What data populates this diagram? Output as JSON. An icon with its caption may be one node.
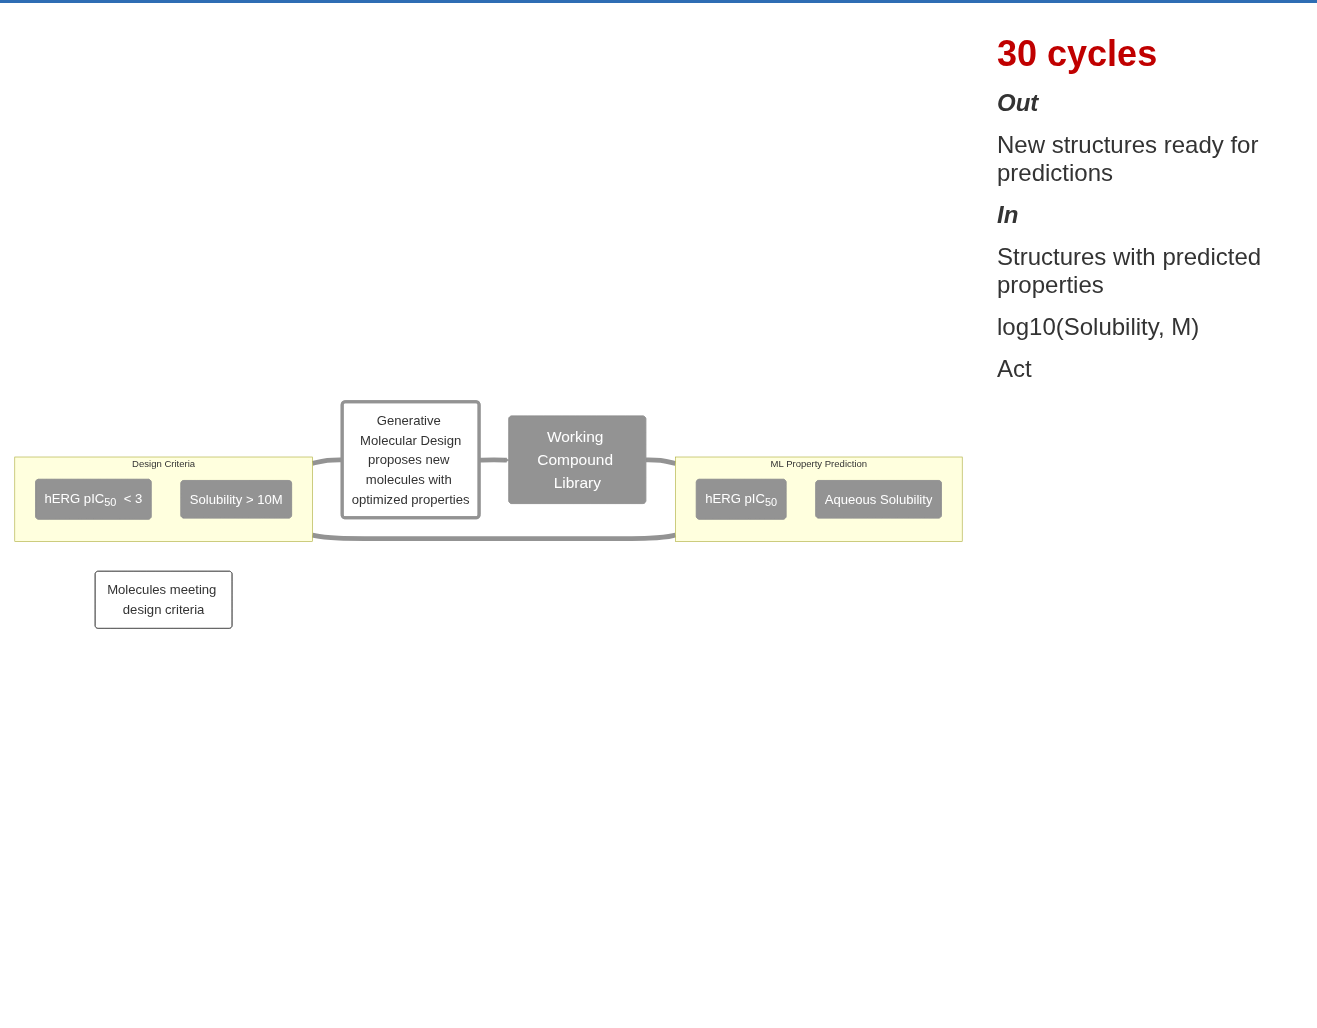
{
  "diagram": {
    "nodes": [
      {
        "text": [
          "Working Compound Library"
        ]
      },
      {
        "text": [
          "ML Property Prediction"
        ]
      },
      {
        "text": [
          "hERG pIC$_{50}$"
        ],
        "in": 1
      },
      {
        "text": [
          "Aqueous Solubility"
        ],
        "in": 1
      },
      {
        "text": [
          "Design Criteria"
        ]
      },
      {
        "text": [
          "hERG pIC$_{50}$  < 3"
        ],
        "in": 4
      },
      {
        "text": [
          "Solubility > 10M"
        ],
        "in": 4
      },
      {
        "text": [
          "Generative Molecular Design",
          "proposes new molecules with optimized properties"
        ]
      },
      {
        "text": [
          "Molecules meeting design criteria"
        ]
      }
    ],
    "edges": [
      {
        "from": 0,
        "to": 1,
        "arrow": "none"
      },
      {
        "from": 1,
        "to": 4,
        "arrow": "none"
      },
      {
        "from": 4,
        "to": 7,
        "arrow": "none"
      },
      {
        "from": 7,
        "to": 0,
        "arrow": "to"
      }
    ],
    "labels": [
      "30 cycles",
      "Out",
      "New structures ready for predictions",
      "In",
      "Structures with predicted properties",
      "log10(Solubility, M)",
      "Act"
    ]
  }
}
